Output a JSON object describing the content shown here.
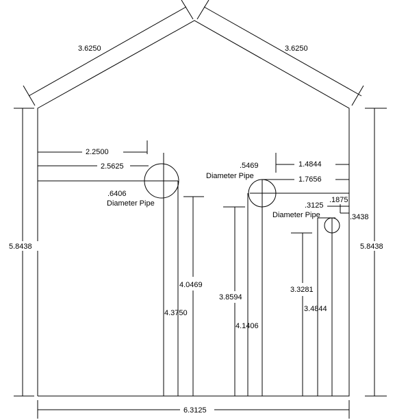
{
  "roof": {
    "left_length": "3.6250",
    "right_length": "3.6250"
  },
  "walls": {
    "left_height": "5.8438",
    "right_height": "5.8438",
    "base_width": "6.3125"
  },
  "pipe_large": {
    "diameter": ".6406",
    "label": "Diameter Pipe",
    "offset_a": "2.2500",
    "offset_b": "2.5625",
    "height_a": "4.0469",
    "height_b": "4.3750"
  },
  "pipe_medium": {
    "diameter": ".5469",
    "label": "Diameter Pipe",
    "offset_a": "1.4844",
    "offset_b": "1.7656",
    "height_a": "3.8594",
    "height_b": "4.1406"
  },
  "pipe_small": {
    "diameter": ".3125",
    "label": "Diameter Pipe",
    "offset_a": ".1875",
    "offset_b": ".3438",
    "height_a": "3.3281",
    "height_b": "3.4844"
  }
}
